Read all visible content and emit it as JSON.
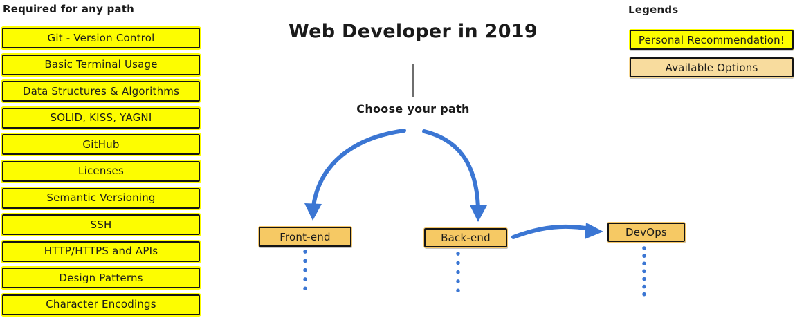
{
  "left_panel": {
    "heading": "Required for any path",
    "items": [
      "Git - Version Control",
      "Basic Terminal Usage",
      "Data Structures & Algorithms",
      "SOLID, KISS, YAGNI",
      "GitHub",
      "Licenses",
      "Semantic Versioning",
      "SSH",
      "HTTP/HTTPS and APIs",
      "Design Patterns",
      "Character Encodings"
    ]
  },
  "center": {
    "title": "Web Developer in 2019",
    "subtitle": "Choose your path",
    "paths": [
      {
        "label": "Front-end"
      },
      {
        "label": "Back-end"
      },
      {
        "label": "DevOps"
      }
    ]
  },
  "legend": {
    "heading": "Legends",
    "items": [
      {
        "label": "Personal Recommendation!",
        "color": "#fdfd00"
      },
      {
        "label": "Available Options",
        "color": "#f8dc9e"
      }
    ]
  },
  "colors": {
    "required_box": "#fdfd00",
    "path_box": "#f6c964",
    "legend_available": "#f8dc9e",
    "arrow_blue": "#3b76d3",
    "divider_gray": "#6e6e6e",
    "border": "#141414",
    "background": "#ffffff"
  }
}
